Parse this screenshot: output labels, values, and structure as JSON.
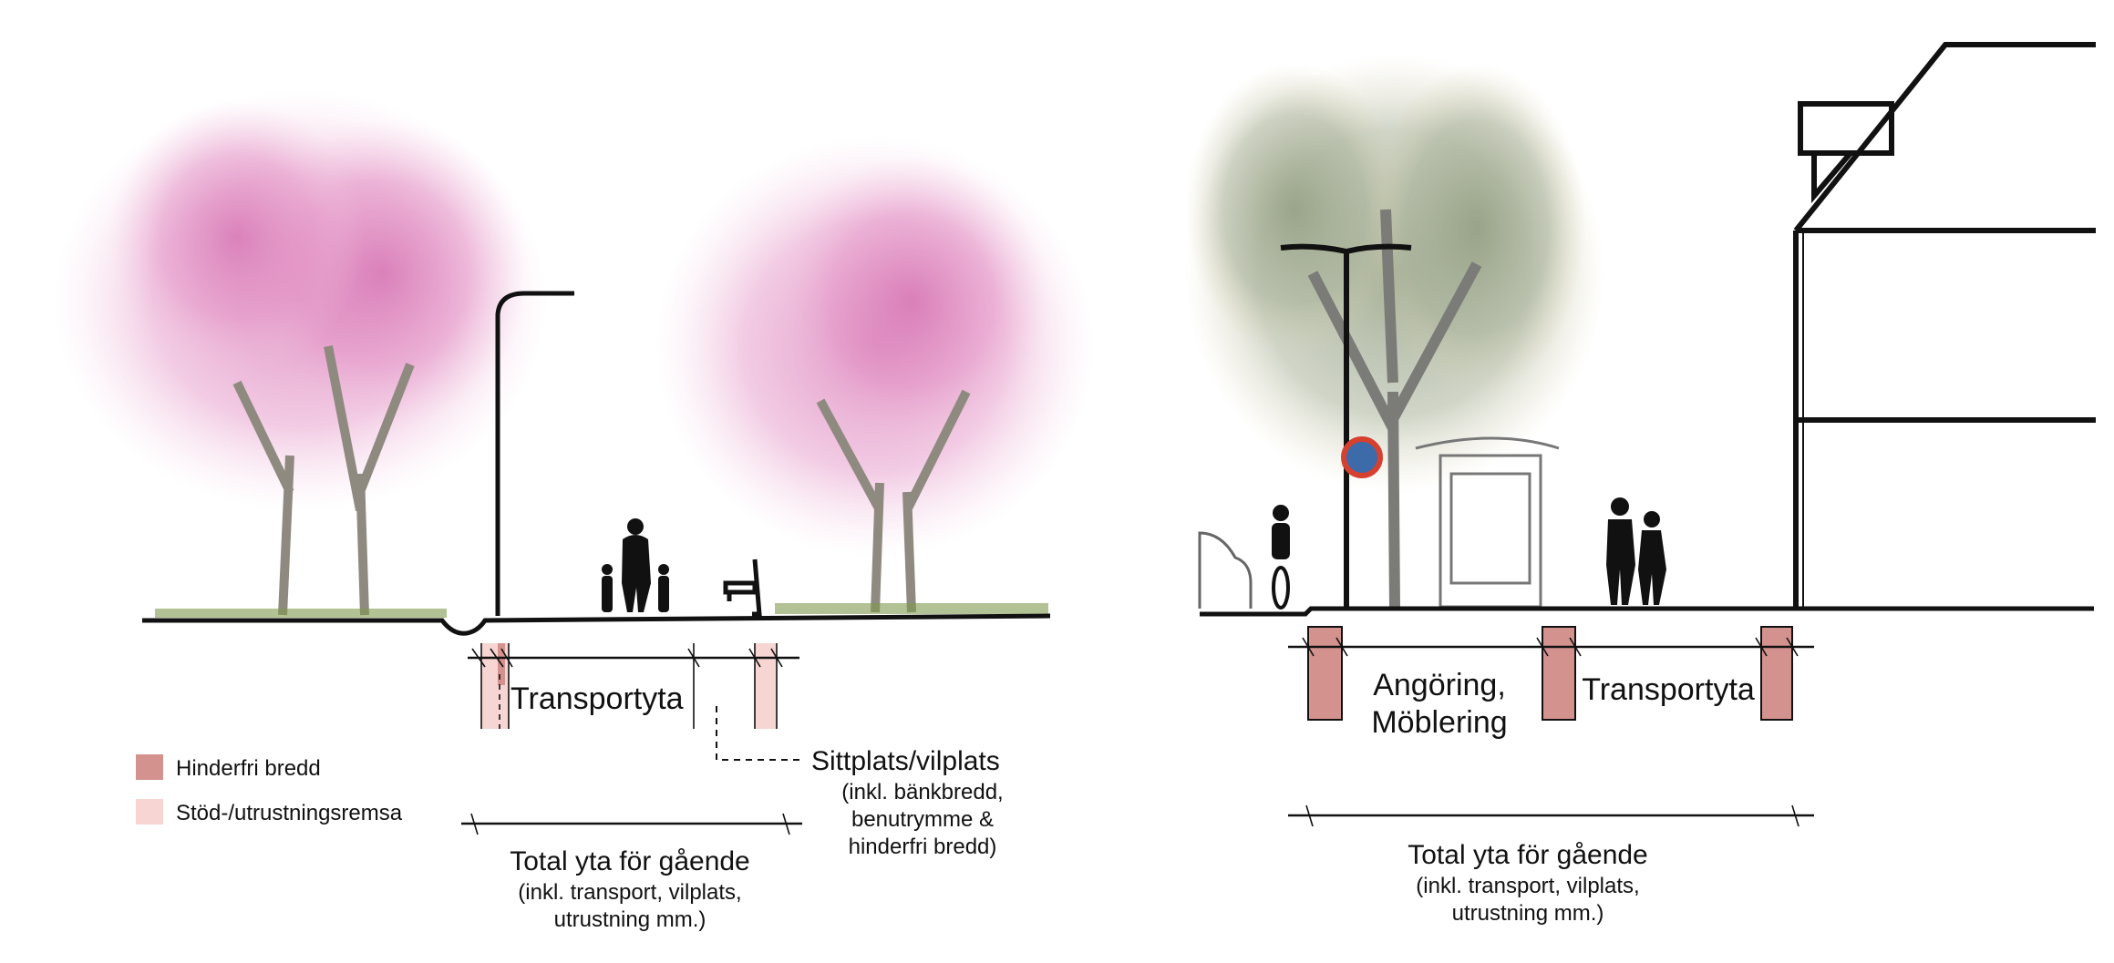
{
  "colors": {
    "hinderfri": "#d4928e",
    "stod": "#f6d5d2",
    "tree_left": "#e08cc4",
    "tree_right": "#9aa58a",
    "line": "#111111"
  },
  "legend": {
    "items": [
      {
        "label": "Hinderfri bredd",
        "color": "#d4928e"
      },
      {
        "label": "Stöd-/utrustningsremsa",
        "color": "#f6d5d2"
      }
    ]
  },
  "left_section": {
    "transport_label": "Transportyta",
    "seating_label": "Sittplats/vilplats",
    "seating_note": [
      "(inkl. bänkbredd,",
      "benutrymme &",
      "hinderfri bredd)"
    ],
    "total_label": "Total yta för gående",
    "total_note": [
      "(inkl. transport, vilplats,",
      "utrustning mm.)"
    ]
  },
  "right_section": {
    "furnishing_label": [
      "Angöring,",
      "Möblering"
    ],
    "transport_label": "Transportyta",
    "total_label": "Total yta för gående",
    "total_note": [
      "(inkl. transport, vilplats,",
      "utrustning mm.)"
    ]
  }
}
